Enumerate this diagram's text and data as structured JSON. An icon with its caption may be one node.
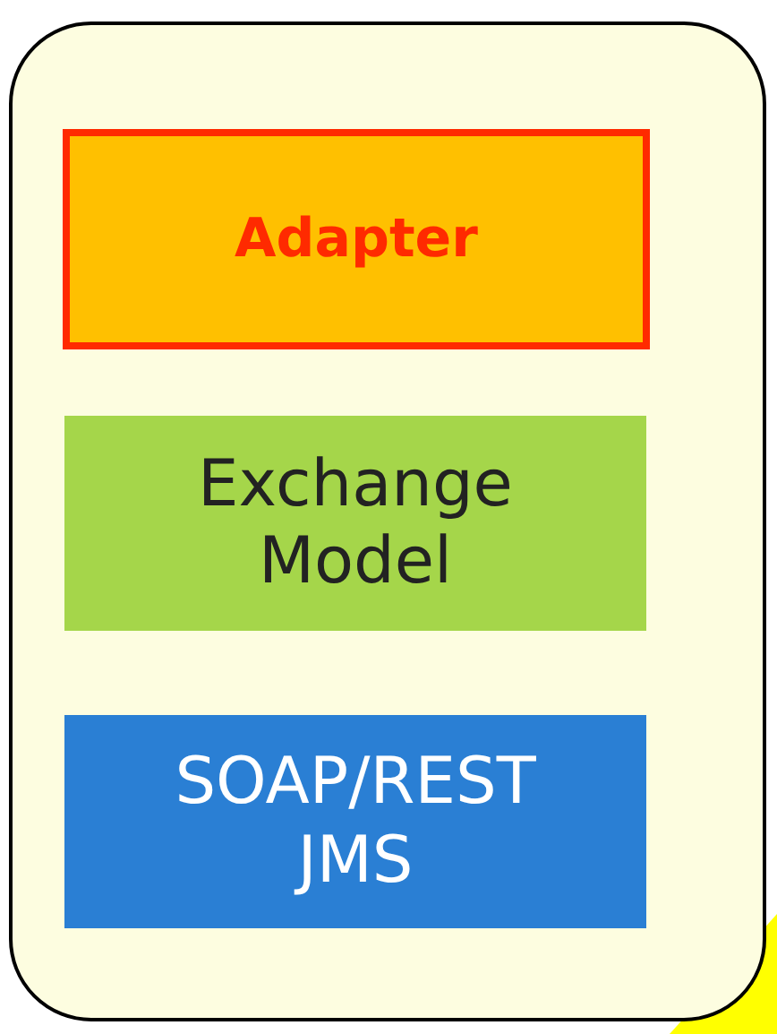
{
  "diagram": {
    "nodes": [
      {
        "text": [],
        "shape": "box"
      },
      {
        "text": [
          "Adapter"
        ],
        "in": 0
      },
      {
        "text": [
          "Exchange Model"
        ],
        "in": 0
      },
      {
        "text": [
          "SOAP/REST JMS"
        ],
        "in": 0
      }
    ],
    "edges": []
  }
}
